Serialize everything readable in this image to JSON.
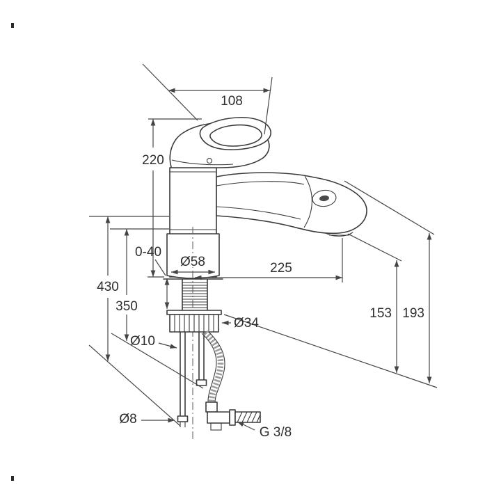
{
  "meta": {
    "title": "Dimensioned installation drawing of a single-lever sink mixer tap with pull-out spray",
    "drawing_type": "technical line drawing",
    "background_color": "#ffffff",
    "line_color": "#3a3a3a",
    "text_color": "#2e2e2e"
  },
  "subject": {
    "name": "single-lever-mixer-tap",
    "parts": [
      "lever-handle",
      "mixer-body",
      "spout-arm",
      "pull-out-spray-head",
      "base-escutcheon",
      "threaded-shank",
      "washer",
      "mounting-nut",
      "copper-tail-pipes",
      "flexible-hose",
      "angle-connector"
    ]
  },
  "dimensions": {
    "handle_projection": "108",
    "body_height": "220",
    "tail_length_long": "430",
    "tail_length_short": "350",
    "deck_thickness_range": "0-40",
    "base_diameter": "Ø58",
    "spout_reach": "225",
    "spout_outlet_height": "153",
    "overall_height_right": "193",
    "shank_diameter": "Ø34",
    "tail_pipe_diameter": "Ø10",
    "tail_end_diameter": "Ø8",
    "connection_thread": "G 3/8"
  }
}
